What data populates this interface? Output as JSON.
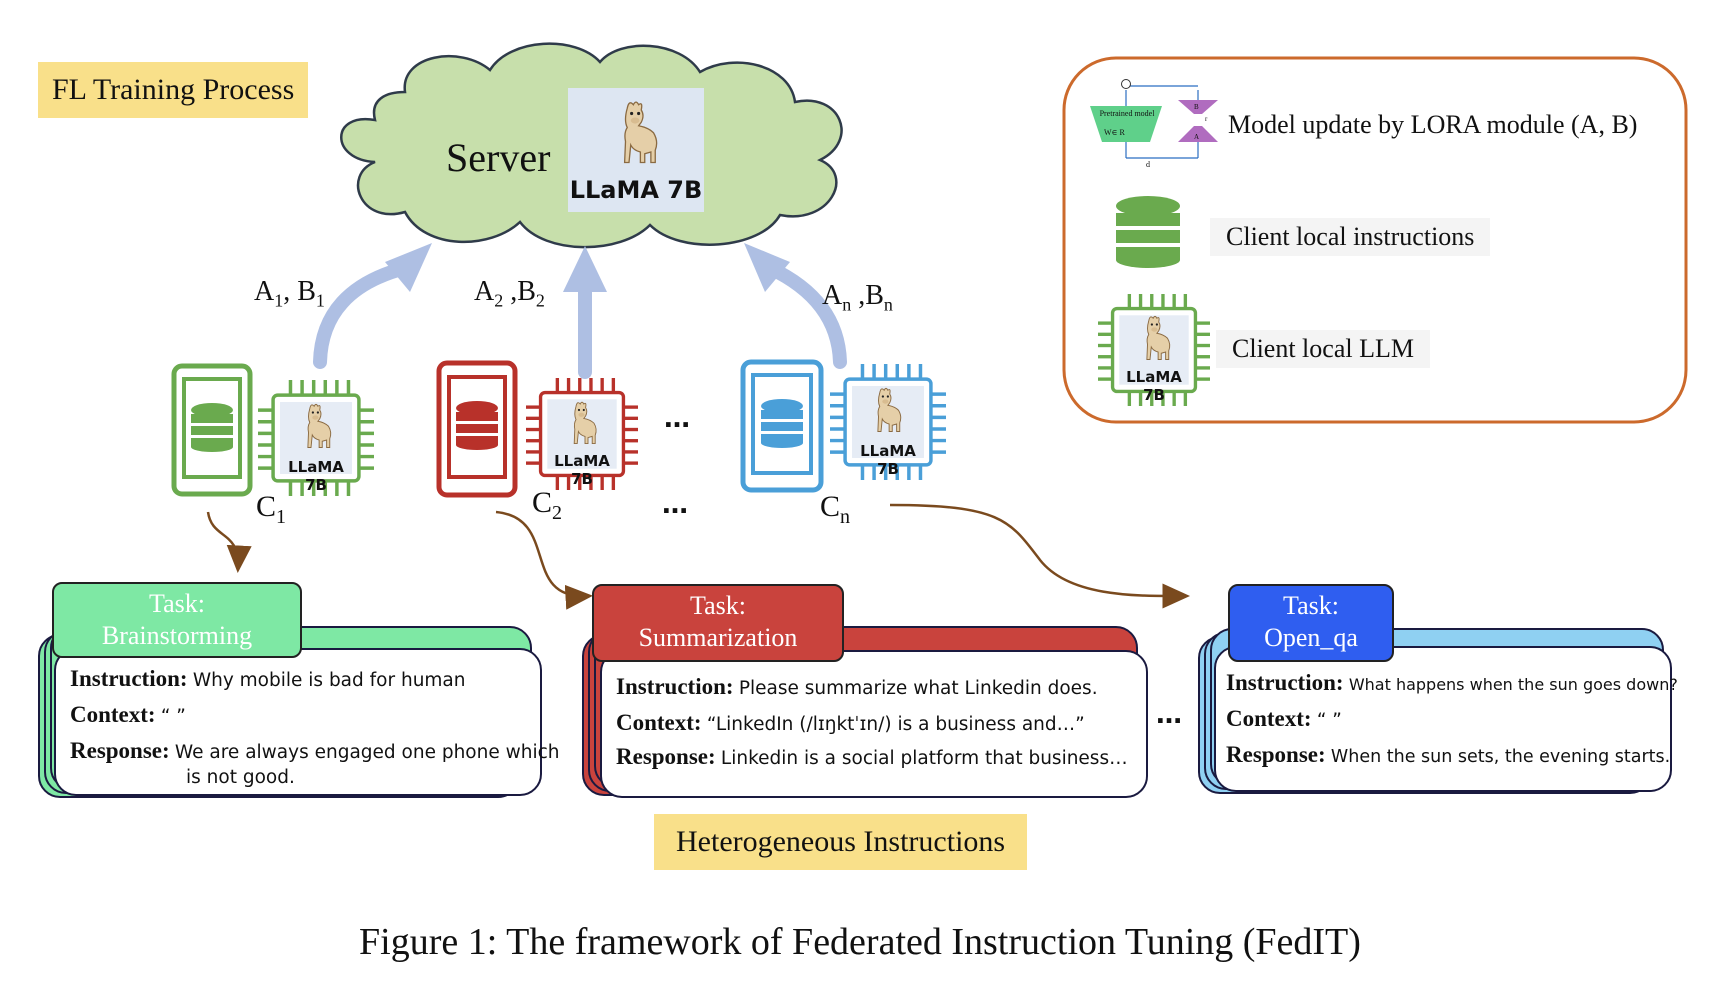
{
  "labels": {
    "fl_training": "FL Training Process",
    "heterogeneous": "Heterogeneous Instructions",
    "caption": "Figure 1: The framework of Federated Instruction Tuning (FedIT)"
  },
  "server": {
    "title": "Server",
    "model": "LLaMA 7B"
  },
  "legend": {
    "lora": "Model update by LORA module (A, B)",
    "instructions": "Client local instructions",
    "llm": "Client local LLM",
    "lora_pretrained": "Pretrained model",
    "lora_weight": "W∈ R",
    "lora_dmodel": "d",
    "lora_a": "A",
    "lora_b": "B",
    "lora_r": "r",
    "chip_model": "LLaMA 7B"
  },
  "uploads": [
    {
      "a": "A",
      "a_sub": "1",
      "sep": ", ",
      "b": "B",
      "b_sub": "1"
    },
    {
      "a": "A",
      "a_sub": "2",
      "sep": " ,",
      "b": "B",
      "b_sub": "2"
    },
    {
      "a": "A",
      "a_sub": "n",
      "sep": " ,",
      "b": "B",
      "b_sub": "n"
    }
  ],
  "clients": [
    {
      "name": "C",
      "sub": "1",
      "model": "LLaMA 7B",
      "color": "#6aaa4e"
    },
    {
      "name": "C",
      "sub": "2",
      "model": "LLaMA 7B",
      "color": "#b8312a"
    },
    {
      "name": "C",
      "sub": "n",
      "model": "LLaMA 7B",
      "color": "#4a9fd8"
    }
  ],
  "ellipsis": "…",
  "tasks": [
    {
      "tab_line1": "Task:",
      "tab_line2": "Brainstorming",
      "color": "#7ee8a4",
      "instruction_label": "Instruction:",
      "instruction": "Why mobile is bad for human",
      "context_label": "Context:",
      "context": "“ ”",
      "response_label": "Response:",
      "response_line1": "We are always engaged one phone which",
      "response_line2": "is not good."
    },
    {
      "tab_line1": "Task:",
      "tab_line2": "Summarization",
      "color": "#c9433d",
      "instruction_label": "Instruction:",
      "instruction": "Please summarize what Linkedin does.",
      "context_label": "Context:",
      "context": "“LinkedIn (/lɪŋktˈɪn/) is a business and…”",
      "response_label": "Response:",
      "response_line1": "Linkedin is a social platform that business…",
      "response_line2": ""
    },
    {
      "tab_line1": "Task:",
      "tab_line2": "Open_qa",
      "color": "#2f5ef0",
      "instruction_label": "Instruction:",
      "instruction": "What happens when the sun goes down?",
      "context_label": "Context:",
      "context": "“ ”",
      "response_label": "Response:",
      "response_line1": "When the sun sets, the evening starts.",
      "response_line2": ""
    }
  ]
}
